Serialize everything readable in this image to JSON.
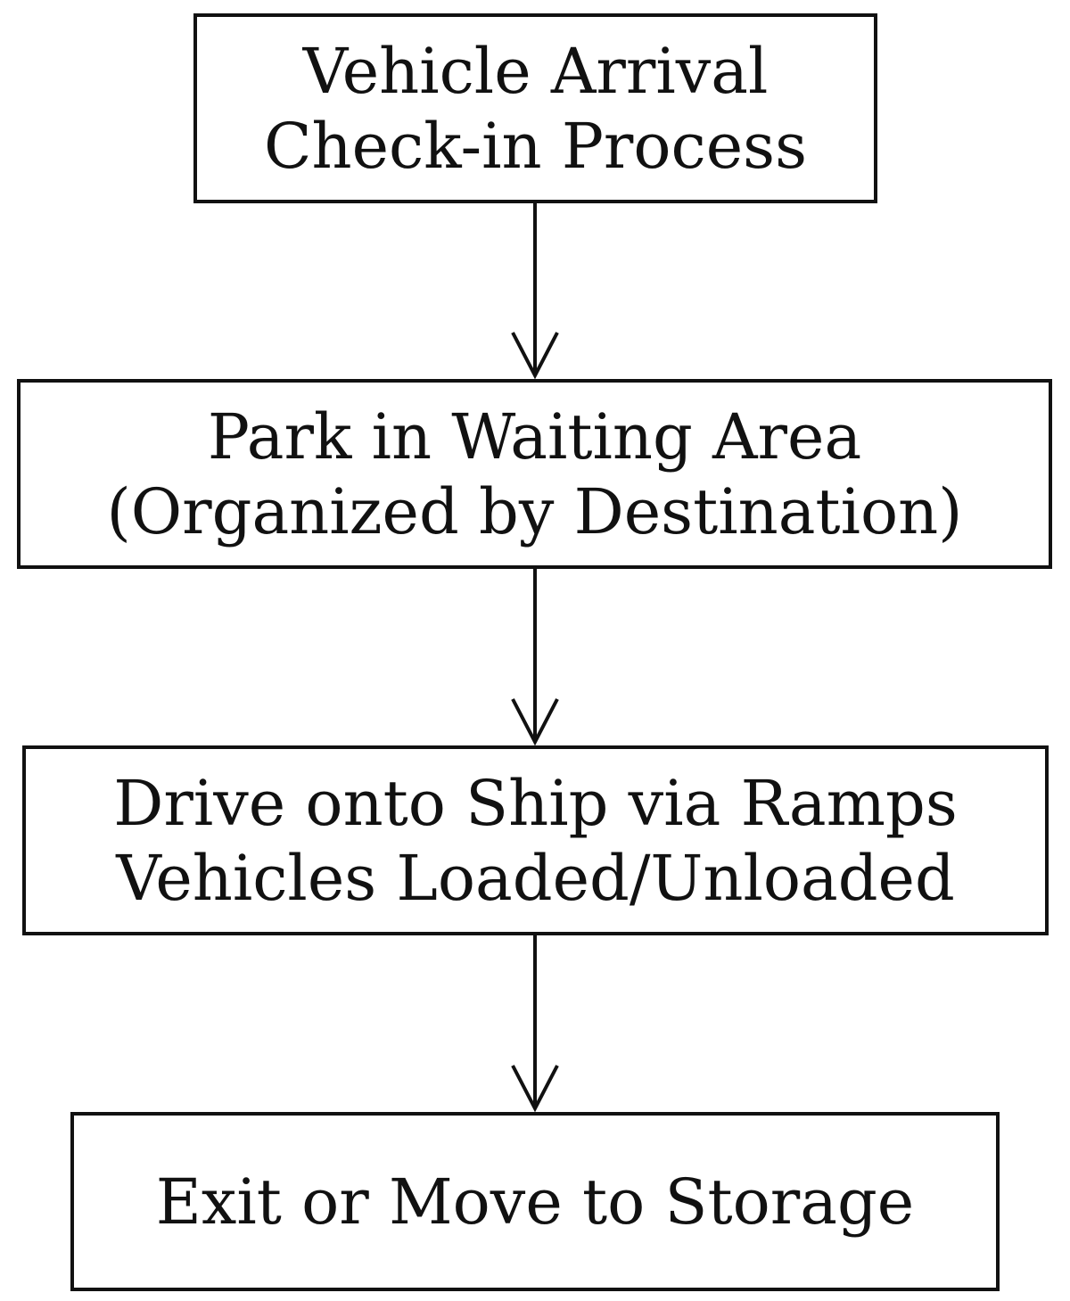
{
  "flowchart": {
    "steps": [
      {
        "lines": [
          "Vehicle Arrival",
          "Check-in Process"
        ]
      },
      {
        "lines": [
          "Park in Waiting Area",
          "(Organized by Destination)"
        ]
      },
      {
        "lines": [
          "Drive onto Ship via Ramps",
          "Vehicles Loaded/Unloaded"
        ]
      },
      {
        "lines": [
          "Exit or Move to Storage"
        ]
      }
    ],
    "colors": {
      "stroke": "#111111",
      "background": "#ffffff"
    }
  }
}
